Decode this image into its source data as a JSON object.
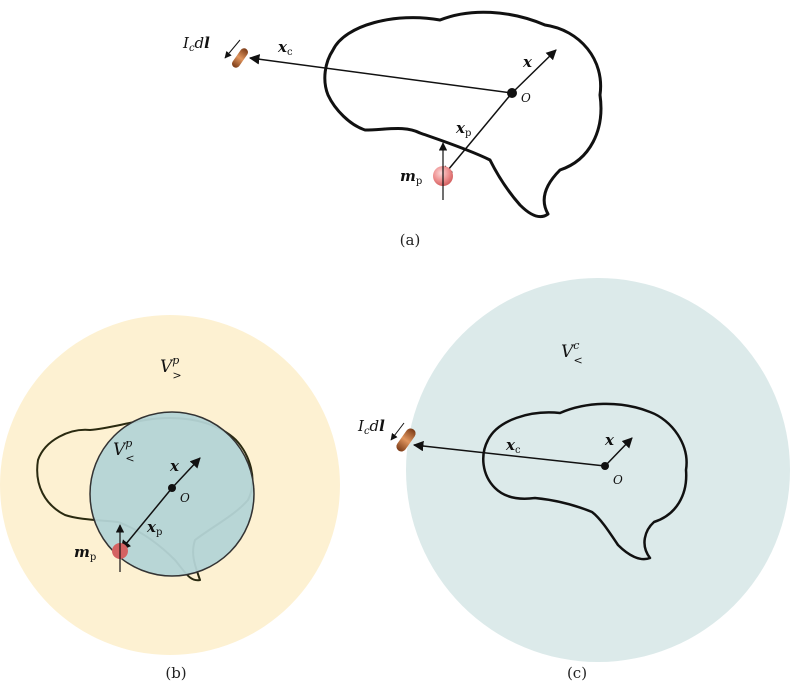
{
  "colors": {
    "outline": "#111111",
    "yellow_region": "#fdf1d2",
    "teal_region_light": "#dceaea",
    "teal_region_dark": "#b4d4d6",
    "dipole": "#e98a8a",
    "wire": "#b8632e"
  },
  "panel_a": {
    "caption": "(a)",
    "labels": {
      "current": "I",
      "current_sub": "c",
      "current_dl": "d",
      "current_l": "l",
      "xc": "x",
      "xc_sub": "c",
      "x": "x",
      "origin": "O",
      "xp": "x",
      "xp_sub": "p",
      "mp": "m",
      "mp_sub": "p"
    }
  },
  "panel_b": {
    "caption": "(b)",
    "labels": {
      "outer_region": "V",
      "outer_sup": "p",
      "outer_sub": ">",
      "inner_region": "V",
      "inner_sup": "p",
      "inner_sub": "<",
      "x": "x",
      "origin": "O",
      "xp": "x",
      "xp_sub": "p",
      "mp": "m",
      "mp_sub": "p"
    }
  },
  "panel_c": {
    "caption": "(c)",
    "labels": {
      "region": "V",
      "region_sup": "c",
      "region_sub": "<",
      "current": "I",
      "current_sub": "c",
      "current_dl": "d",
      "current_l": "l",
      "xc": "x",
      "xc_sub": "c",
      "x": "x",
      "origin": "O"
    }
  }
}
